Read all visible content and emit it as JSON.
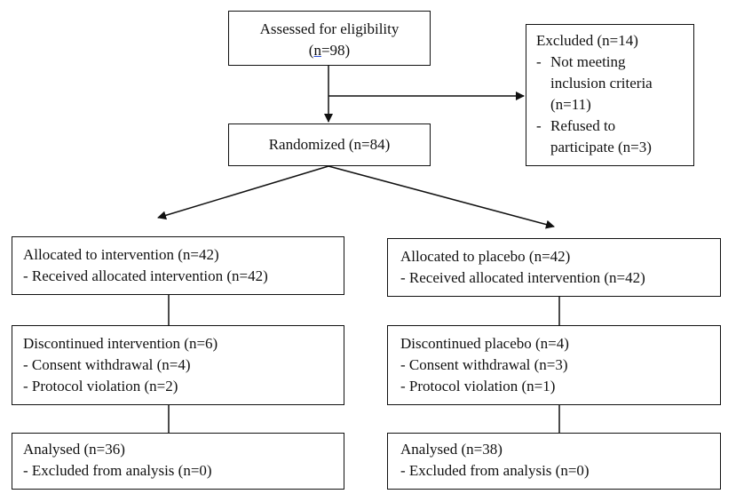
{
  "assessed": {
    "title": "Assessed for eligibility",
    "n_prefix": "n",
    "n_suffix": "=98)",
    "n_open": "("
  },
  "excluded": {
    "title": "Excluded (n=14)",
    "items": [
      {
        "dash": "-",
        "lines": [
          "Not meeting",
          "inclusion criteria",
          "(n=11)"
        ]
      },
      {
        "dash": "-",
        "lines": [
          "Refused to",
          "participate (n=3)"
        ]
      }
    ]
  },
  "randomized": {
    "title": "Randomized (n=84)"
  },
  "intervention_arm": {
    "allocated": {
      "title": "Allocated to intervention (n=42)",
      "sub": "- Received allocated intervention (n=42)"
    },
    "discontinued": {
      "title": "Discontinued intervention (n=6)",
      "items": [
        "- Consent withdrawal (n=4)",
        "- Protocol violation (n=2)"
      ]
    },
    "analysed": {
      "title": "Analysed (n=36)",
      "sub": "- Excluded from analysis (n=0)"
    }
  },
  "placebo_arm": {
    "allocated": {
      "title": "Allocated to placebo (n=42)",
      "sub": "- Received allocated intervention (n=42)"
    },
    "discontinued": {
      "title": "Discontinued placebo (n=4)",
      "items": [
        "- Consent withdrawal (n=3)",
        "- Protocol violation (n=1)"
      ]
    },
    "analysed": {
      "title": "Analysed (n=38)",
      "sub": "- Excluded from analysis (n=0)"
    }
  }
}
